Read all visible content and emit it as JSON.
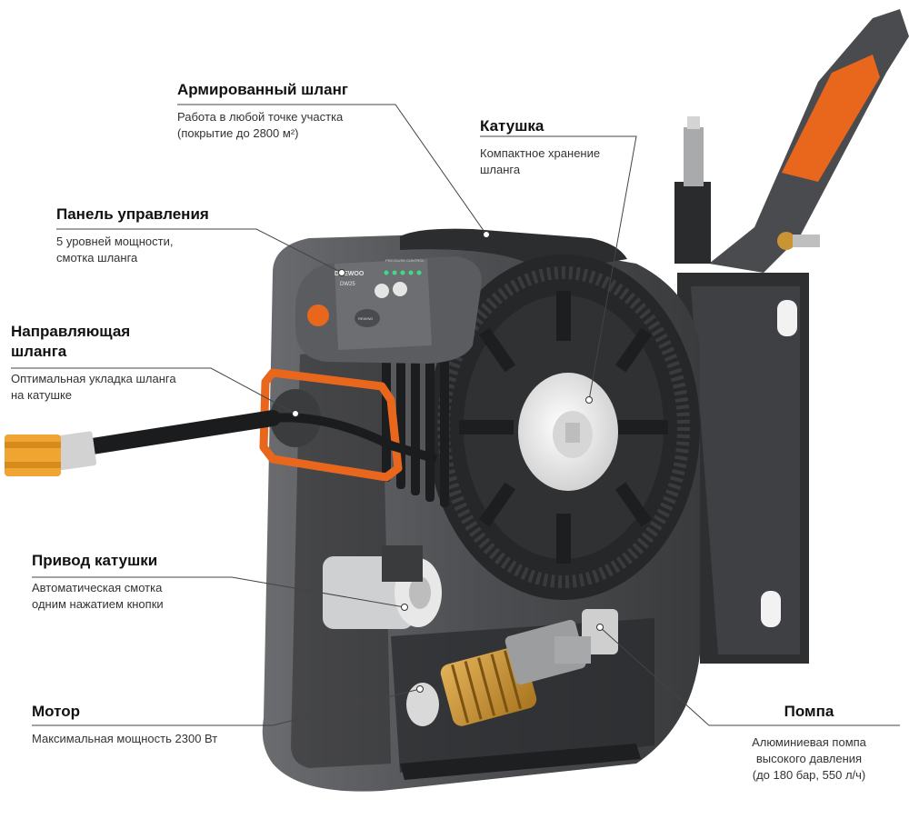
{
  "callouts": {
    "hose": {
      "title": "Армированный шланг",
      "text": "Работа в любой точке участка\n(покрытие до 2800 м²)"
    },
    "reel": {
      "title": "Катушка",
      "text": "Компактное хранение\nшланга"
    },
    "panel": {
      "title": "Панель управления",
      "text": "5 уровней мощности,\nсмотка шланга"
    },
    "guide": {
      "title": "Направляющая\nшланга",
      "text": "Оптимальная укладка шланга\nна катушке"
    },
    "drive": {
      "title": "Привод катушки",
      "text": "Автоматическая смотка\nодним нажатием кнопки"
    },
    "motor": {
      "title": "Мотор",
      "text": "Максимальная мощность 2300 Вт"
    },
    "pump": {
      "title": "Помпа",
      "text": "Алюминиевая помпа\nвысокого давления\n(до 180 бар, 550 л/ч)"
    }
  },
  "device": {
    "brand": "DAEWOO",
    "model": "DW25",
    "panel_label": "PRESSURE CONTROL",
    "level_count": 5,
    "button_label": "REWIND"
  },
  "colors": {
    "accent": "#e8671c",
    "body_dark": "#3a3b3d",
    "body_mid": "#5a5b5e",
    "body_light": "#8a8b8e",
    "reel_hub": "#eeeeee",
    "led": "#3ddc84",
    "brass": "#c99433",
    "connector": "#f0a532"
  }
}
